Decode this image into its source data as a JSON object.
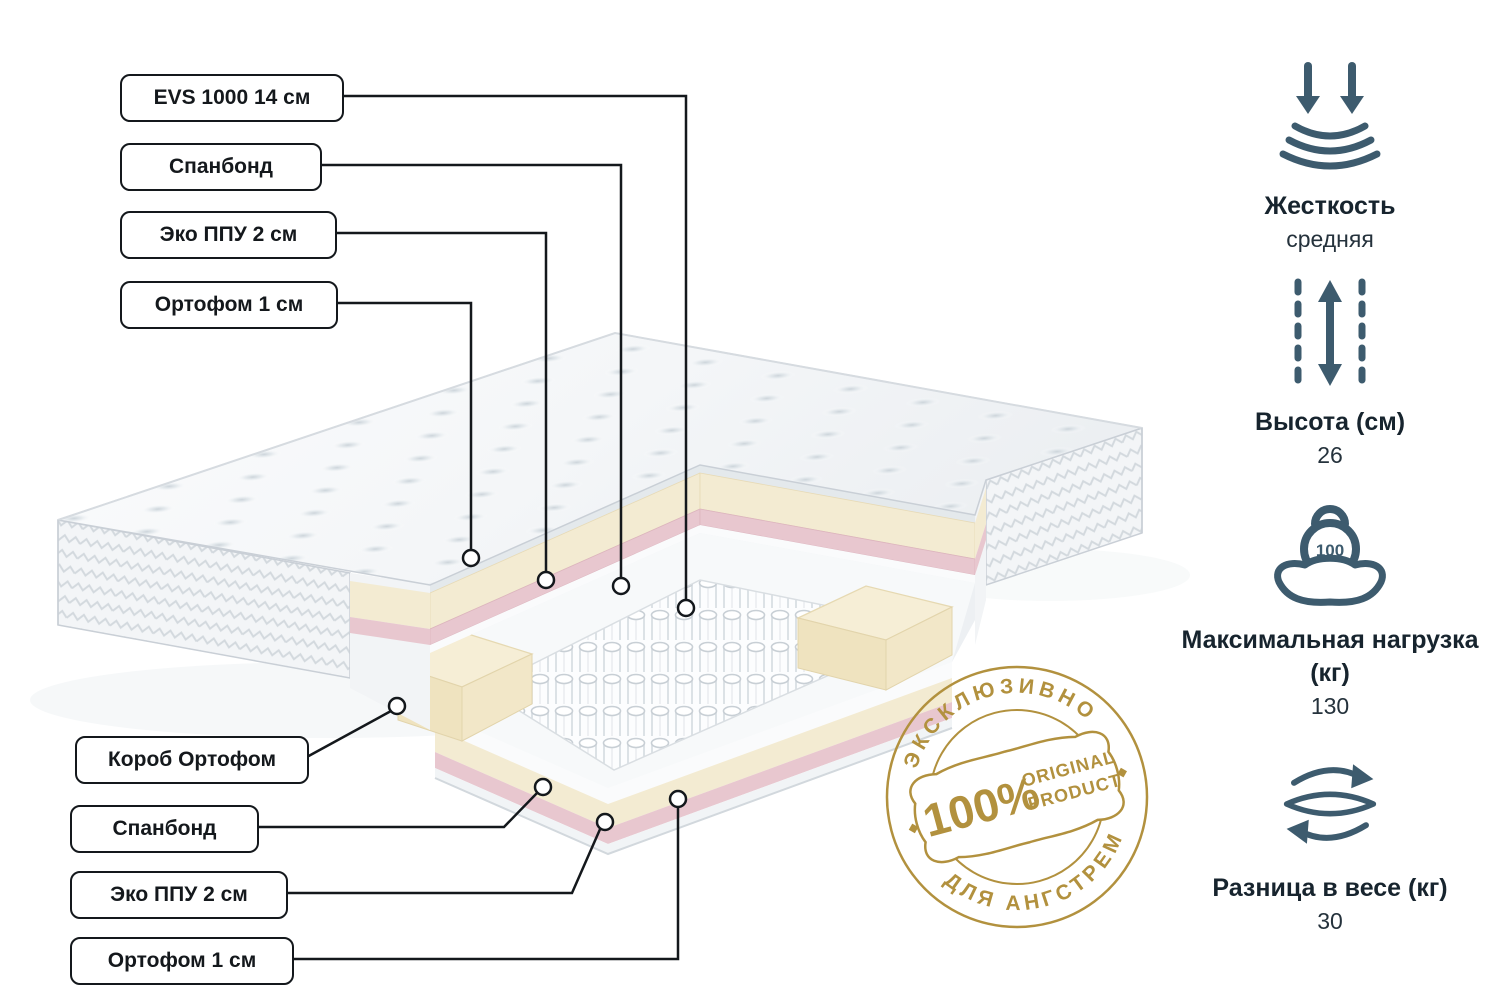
{
  "page": {
    "background": "#ffffff"
  },
  "diagram": {
    "name": "mattress-layers-cutaway",
    "top_labels": [
      {
        "label": "EVS 1000 14 см"
      },
      {
        "label": "Спанбонд"
      },
      {
        "label": "Эко ППУ 2 см"
      },
      {
        "label": "Ортофом 1 см"
      }
    ],
    "bottom_labels": [
      {
        "label": "Короб Ортофом"
      },
      {
        "label": "Спанбонд"
      },
      {
        "label": "Эко ППУ 2 см"
      },
      {
        "label": "Ортофом 1 см"
      }
    ]
  },
  "badge": {
    "arc_top": "ЭКСКЛЮЗИВНО",
    "arc_bottom": "ДЛЯ АНГСТРЕМ",
    "percent": "100%",
    "product_line1": "ORIGINAL",
    "product_line2": "PRODUCT",
    "separator": "◆",
    "color": "#b2913e"
  },
  "specs": [
    {
      "icon": "firmness-icon",
      "title": "Жесткость",
      "value": "средняя"
    },
    {
      "icon": "height-icon",
      "title": "Высота (см)",
      "value": "26"
    },
    {
      "icon": "max-load-icon",
      "title": "Максимальная нагрузка (кг)",
      "value": "130",
      "kettlebell_text": "100"
    },
    {
      "icon": "weight-difference-icon",
      "title": "Разница в весе (кг)",
      "value": "30"
    }
  ],
  "colors": {
    "icon_stroke": "#3d5b6e",
    "badge_gold": "#b2913e",
    "foam_cream": "#f3ebd2",
    "foam_pink": "#e8c7cf",
    "callout_line": "#14181c"
  }
}
